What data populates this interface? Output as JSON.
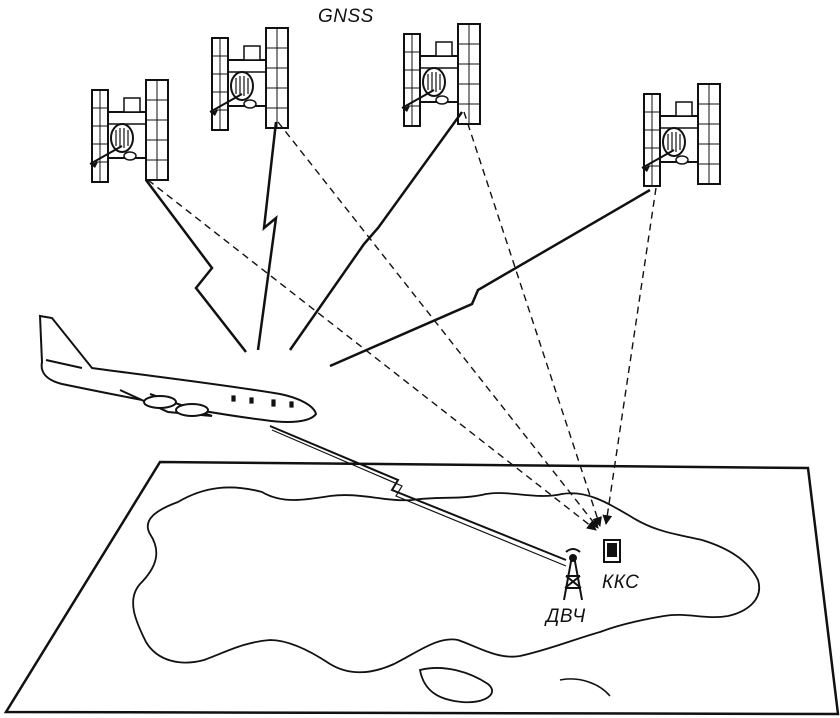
{
  "labels": {
    "gnss": "GNSS",
    "kks": "ККС",
    "dvch": "ДВЧ"
  },
  "icons": {
    "satellite": "satellite-icon",
    "airplane": "airplane-icon",
    "antenna_tower": "antenna-tower-icon",
    "control_station": "control-station-icon",
    "map": "map-of-ukraine"
  },
  "colors": {
    "ink": "#111111",
    "paper": "#ffffff"
  }
}
